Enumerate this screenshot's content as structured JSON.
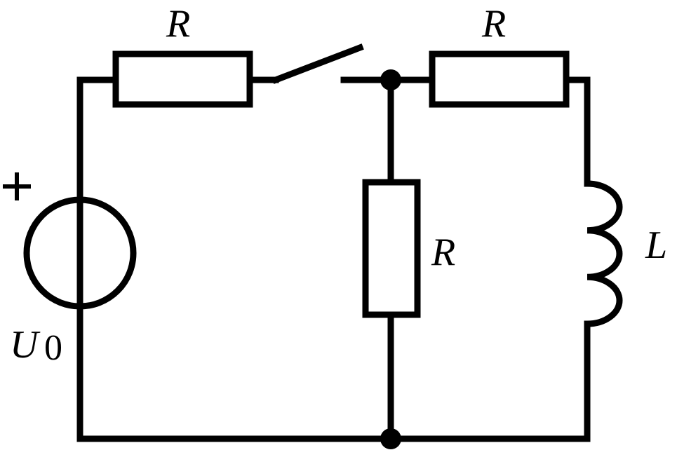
{
  "labels": {
    "resistor_top_left": "R",
    "resistor_top_right": "R",
    "resistor_middle": "R",
    "inductor": "L",
    "source_symbol": "U",
    "source_subscript": "0",
    "source_polarity": "+"
  }
}
